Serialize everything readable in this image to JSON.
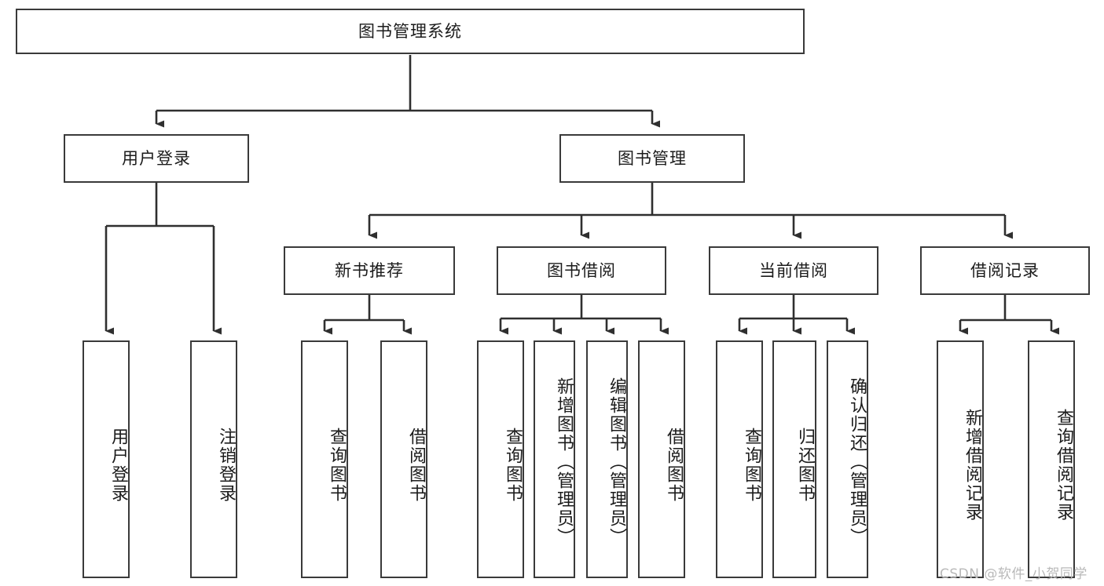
{
  "diagram": {
    "type": "hierarchy-tree",
    "title": "图书管理系统",
    "watermark": "CSDN @软件_小贺同学",
    "colors": {
      "box_border": "#3a3a3a",
      "box_fill": "#ffffff",
      "edge": "#2f2f2f",
      "text": "#1b1b1b",
      "watermark": "#b9b9b9"
    },
    "nodes": {
      "root": {
        "label": "图书管理系统",
        "level": 1,
        "orientation": "horizontal"
      },
      "user_login": {
        "label": "用户登录",
        "level": 2,
        "orientation": "horizontal"
      },
      "book_manage": {
        "label": "图书管理",
        "level": 2,
        "orientation": "horizontal"
      },
      "new_book_rec": {
        "label": "新书推荐",
        "level": 3,
        "orientation": "horizontal"
      },
      "book_borrow": {
        "label": "图书借阅",
        "level": 3,
        "orientation": "horizontal"
      },
      "current_borrow": {
        "label": "当前借阅",
        "level": 3,
        "orientation": "horizontal"
      },
      "borrow_record": {
        "label": "借阅记录",
        "level": 3,
        "orientation": "horizontal"
      },
      "leaf_user_login": {
        "label": "用户登录",
        "level": 4,
        "orientation": "vertical"
      },
      "leaf_logout": {
        "label": "注销登录",
        "level": 4,
        "orientation": "vertical"
      },
      "leaf_query_book_a": {
        "label": "查询图书",
        "level": 4,
        "orientation": "vertical"
      },
      "leaf_borrow_book_a": {
        "label": "借阅图书",
        "level": 4,
        "orientation": "vertical"
      },
      "leaf_query_book_b": {
        "label": "查询图书",
        "level": 4,
        "orientation": "vertical"
      },
      "leaf_add_book": {
        "label": "新增图书（管理员）",
        "level": 4,
        "orientation": "vertical"
      },
      "leaf_edit_book": {
        "label": "编辑图书（管理员）",
        "level": 4,
        "orientation": "vertical"
      },
      "leaf_borrow_book_b": {
        "label": "借阅图书",
        "level": 4,
        "orientation": "vertical"
      },
      "leaf_query_book_c": {
        "label": "查询图书",
        "level": 4,
        "orientation": "vertical"
      },
      "leaf_return_book": {
        "label": "归还图书",
        "level": 4,
        "orientation": "vertical"
      },
      "leaf_confirm_return": {
        "label": "确认归还（管理员）",
        "level": 4,
        "orientation": "vertical"
      },
      "leaf_add_record": {
        "label": "新增借阅记录",
        "level": 4,
        "orientation": "vertical"
      },
      "leaf_query_record": {
        "label": "查询借阅记录",
        "level": 4,
        "orientation": "vertical"
      }
    },
    "edges": [
      {
        "from": "root",
        "to": "user_login"
      },
      {
        "from": "root",
        "to": "book_manage"
      },
      {
        "from": "user_login",
        "to": "leaf_user_login"
      },
      {
        "from": "user_login",
        "to": "leaf_logout"
      },
      {
        "from": "book_manage",
        "to": "new_book_rec"
      },
      {
        "from": "book_manage",
        "to": "book_borrow"
      },
      {
        "from": "book_manage",
        "to": "current_borrow"
      },
      {
        "from": "book_manage",
        "to": "borrow_record"
      },
      {
        "from": "new_book_rec",
        "to": "leaf_query_book_a"
      },
      {
        "from": "new_book_rec",
        "to": "leaf_borrow_book_a"
      },
      {
        "from": "book_borrow",
        "to": "leaf_query_book_b"
      },
      {
        "from": "book_borrow",
        "to": "leaf_add_book"
      },
      {
        "from": "book_borrow",
        "to": "leaf_edit_book"
      },
      {
        "from": "book_borrow",
        "to": "leaf_borrow_book_b"
      },
      {
        "from": "current_borrow",
        "to": "leaf_query_book_c"
      },
      {
        "from": "current_borrow",
        "to": "leaf_return_book"
      },
      {
        "from": "current_borrow",
        "to": "leaf_confirm_return"
      },
      {
        "from": "borrow_record",
        "to": "leaf_add_record"
      },
      {
        "from": "borrow_record",
        "to": "leaf_query_record"
      }
    ]
  }
}
